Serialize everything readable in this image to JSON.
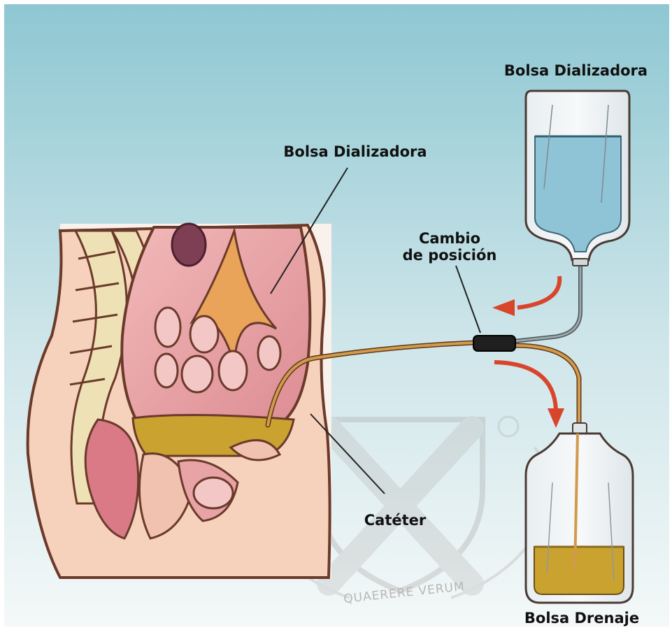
{
  "labels": {
    "top_bag": "Bolsa Dializadora",
    "peritoneum": "Bolsa Dializadora",
    "position_change_line1": "Cambio",
    "position_change_line2": "de posición",
    "catheter": "Catéter",
    "drain_bag": "Bolsa Drenaje"
  },
  "watermark": {
    "motto": "QUAERERE VERUM"
  },
  "colors": {
    "sky_top": "#8ec7d2",
    "sky_bottom": "#f3f7f8",
    "skin": "#f6d2bd",
    "skin_outline": "#6b3a2a",
    "cavity": "#e7a3a6",
    "dialysate_blue": "#8fc3d6",
    "drained_fluid": "#caa230",
    "tube": "#d29a4c",
    "arrow": "#d9452b"
  }
}
